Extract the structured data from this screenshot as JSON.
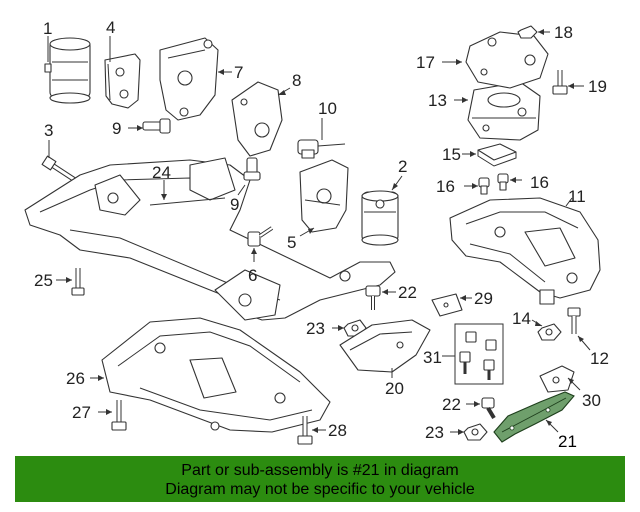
{
  "callouts": {
    "c1": "1",
    "c2": "2",
    "c3": "3",
    "c4": "4",
    "c5": "5",
    "c6": "6",
    "c7": "7",
    "c8": "8",
    "c9a": "9",
    "c9b": "9",
    "c10": "10",
    "c11": "11",
    "c12": "12",
    "c13": "13",
    "c14": "14",
    "c15": "15",
    "c16a": "16",
    "c16b": "16",
    "c17": "17",
    "c18": "18",
    "c19": "19",
    "c20": "20",
    "c21": "21",
    "c22a": "22",
    "c22b": "22",
    "c23a": "23",
    "c23b": "23",
    "c24": "24",
    "c25": "25",
    "c26": "26",
    "c27": "27",
    "c28": "28",
    "c29": "29",
    "c30": "30",
    "c31": "31"
  },
  "highlight": {
    "part_number": "21",
    "color": "#6f9f6c"
  },
  "banner": {
    "line1": "Part or sub-assembly is #21 in diagram",
    "line2": "Diagram may not be specific to your vehicle",
    "background": "#2c8c10"
  }
}
